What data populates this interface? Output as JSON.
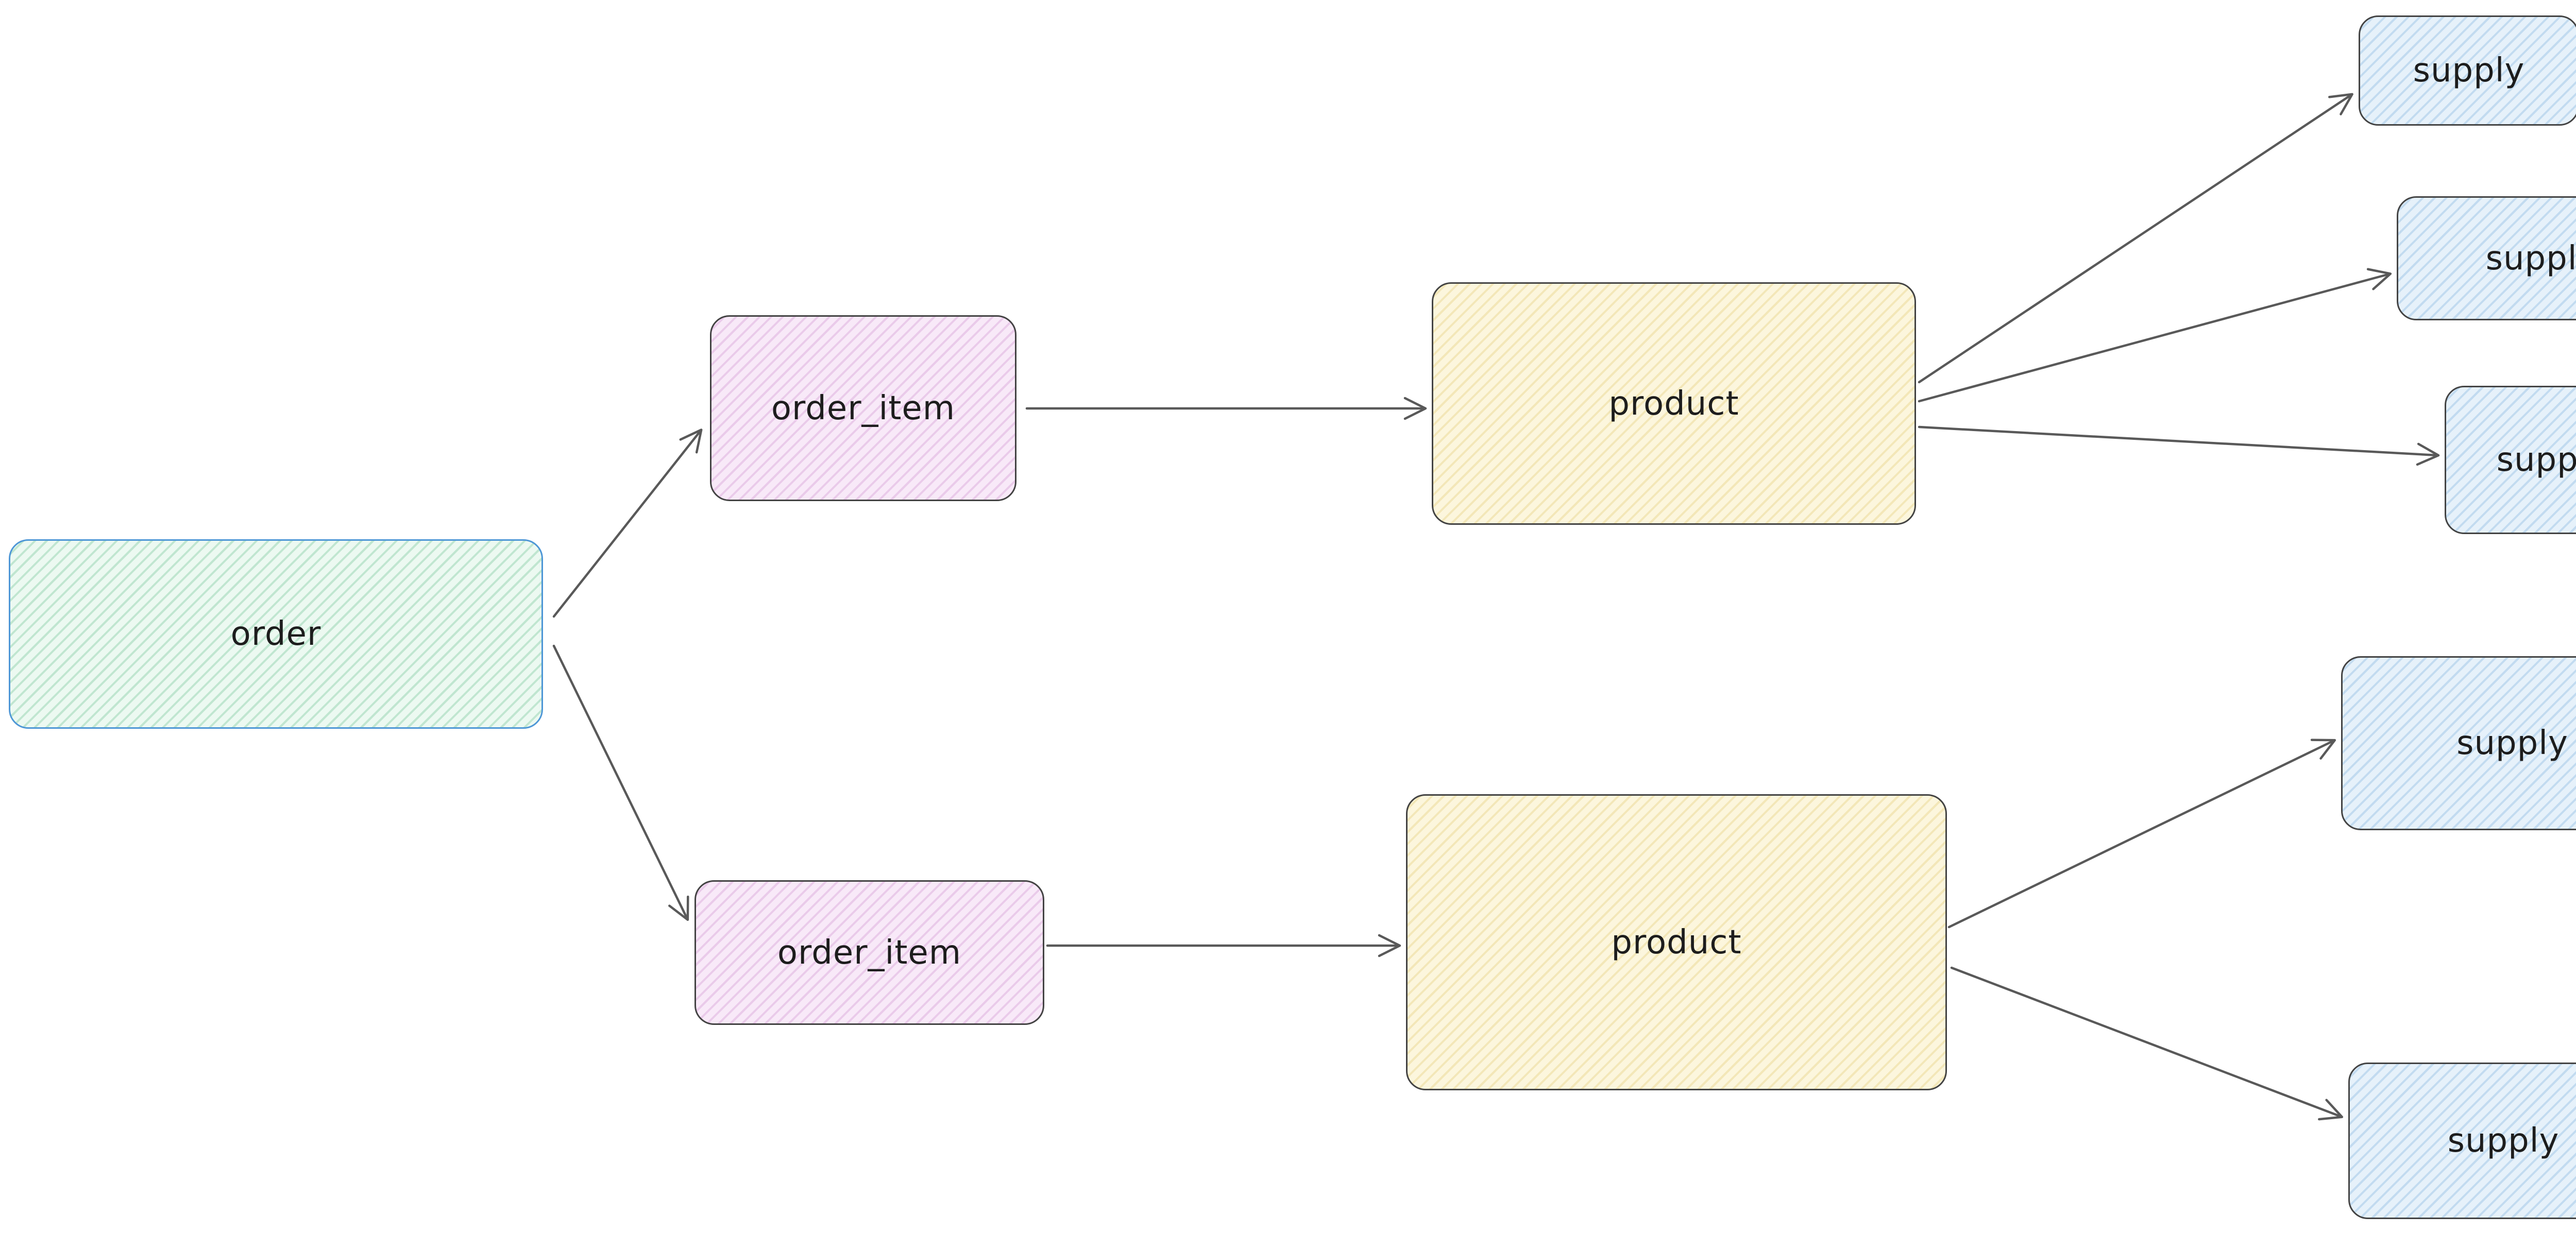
{
  "canvas": {
    "background": "#ffffff"
  },
  "nodes": [
    {
      "id": "order",
      "label": "order",
      "shape": "rounded-rectangle",
      "fill": "#ecf9f1",
      "stroke": "#4e97d6"
    },
    {
      "id": "order_item_1",
      "label": "order_item",
      "shape": "rounded-rectangle",
      "fill": "#f8e9f8",
      "stroke": "#434343"
    },
    {
      "id": "order_item_2",
      "label": "order_item",
      "shape": "rounded-rectangle",
      "fill": "#f8e9f8",
      "stroke": "#434343"
    },
    {
      "id": "product_1",
      "label": "product",
      "shape": "rounded-rectangle",
      "fill": "#fcf6dd",
      "stroke": "#434343"
    },
    {
      "id": "product_2",
      "label": "product",
      "shape": "rounded-rectangle",
      "fill": "#fcf6dd",
      "stroke": "#434343"
    },
    {
      "id": "supply_1",
      "label": "supply",
      "shape": "rounded-rectangle",
      "fill": "#e6f1fa",
      "stroke": "#434343"
    },
    {
      "id": "supply_2",
      "label": "supply",
      "shape": "rounded-rectangle",
      "fill": "#e6f1fa",
      "stroke": "#434343"
    },
    {
      "id": "supply_3",
      "label": "supply",
      "shape": "rounded-rectangle",
      "fill": "#e6f1fa",
      "stroke": "#434343"
    },
    {
      "id": "supply_4",
      "label": "supply",
      "shape": "rounded-rectangle",
      "fill": "#e6f1fa",
      "stroke": "#434343"
    },
    {
      "id": "supply_5",
      "label": "supply",
      "shape": "rounded-rectangle",
      "fill": "#e6f1fa",
      "stroke": "#434343"
    }
  ],
  "edges": [
    {
      "from": "order",
      "to": "order_item_1",
      "style": "arrow"
    },
    {
      "from": "order",
      "to": "order_item_2",
      "style": "arrow"
    },
    {
      "from": "order_item_1",
      "to": "product_1",
      "style": "arrow"
    },
    {
      "from": "product_1",
      "to": "supply_1",
      "style": "arrow"
    },
    {
      "from": "product_1",
      "to": "supply_2",
      "style": "arrow"
    },
    {
      "from": "product_1",
      "to": "supply_3",
      "style": "arrow"
    },
    {
      "from": "order_item_2",
      "to": "product_2",
      "style": "arrow"
    },
    {
      "from": "product_2",
      "to": "supply_4",
      "style": "arrow"
    },
    {
      "from": "product_2",
      "to": "supply_5",
      "style": "arrow"
    }
  ],
  "edge_color": "#595959"
}
